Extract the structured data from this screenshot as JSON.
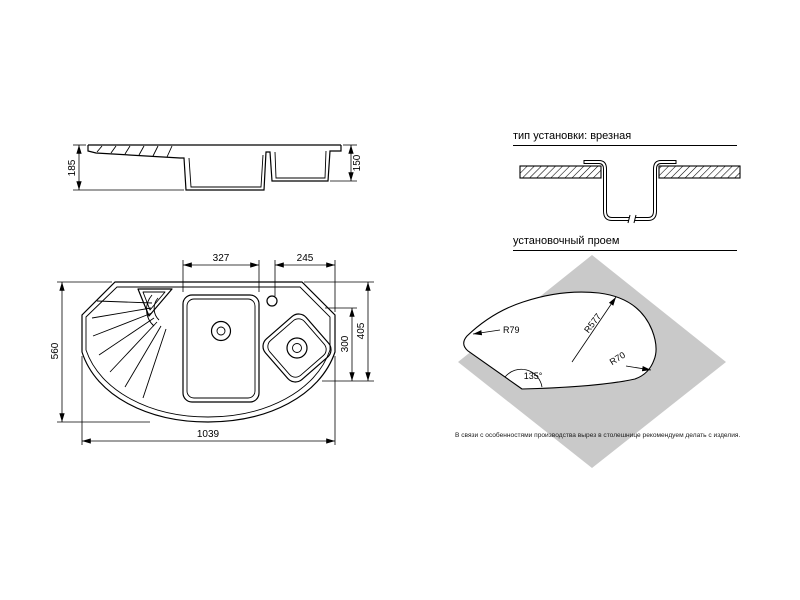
{
  "side_view": {
    "dim_total_height": "185",
    "dim_bowl_depth": "150"
  },
  "plan_view": {
    "dim_main_bowl_width": "327",
    "dim_small_bowl_width": "245",
    "dim_total_depth": "560",
    "dim_bowl_inner_depth": "300",
    "dim_right_section_depth": "405",
    "dim_total_width": "1039"
  },
  "sections": {
    "installation_type_title": "тип установки: врезная",
    "opening_title": "установочный проем",
    "note": "В связи с особенностями производства вырез в столешнице рекомендуем делать с изделия."
  },
  "opening": {
    "radius_left": "R79",
    "radius_main": "R577",
    "radius_right": "R70",
    "corner_angle": "135°"
  },
  "colors": {
    "line": "#000000",
    "countertop_gray": "#c9c9c9",
    "background": "#ffffff"
  }
}
